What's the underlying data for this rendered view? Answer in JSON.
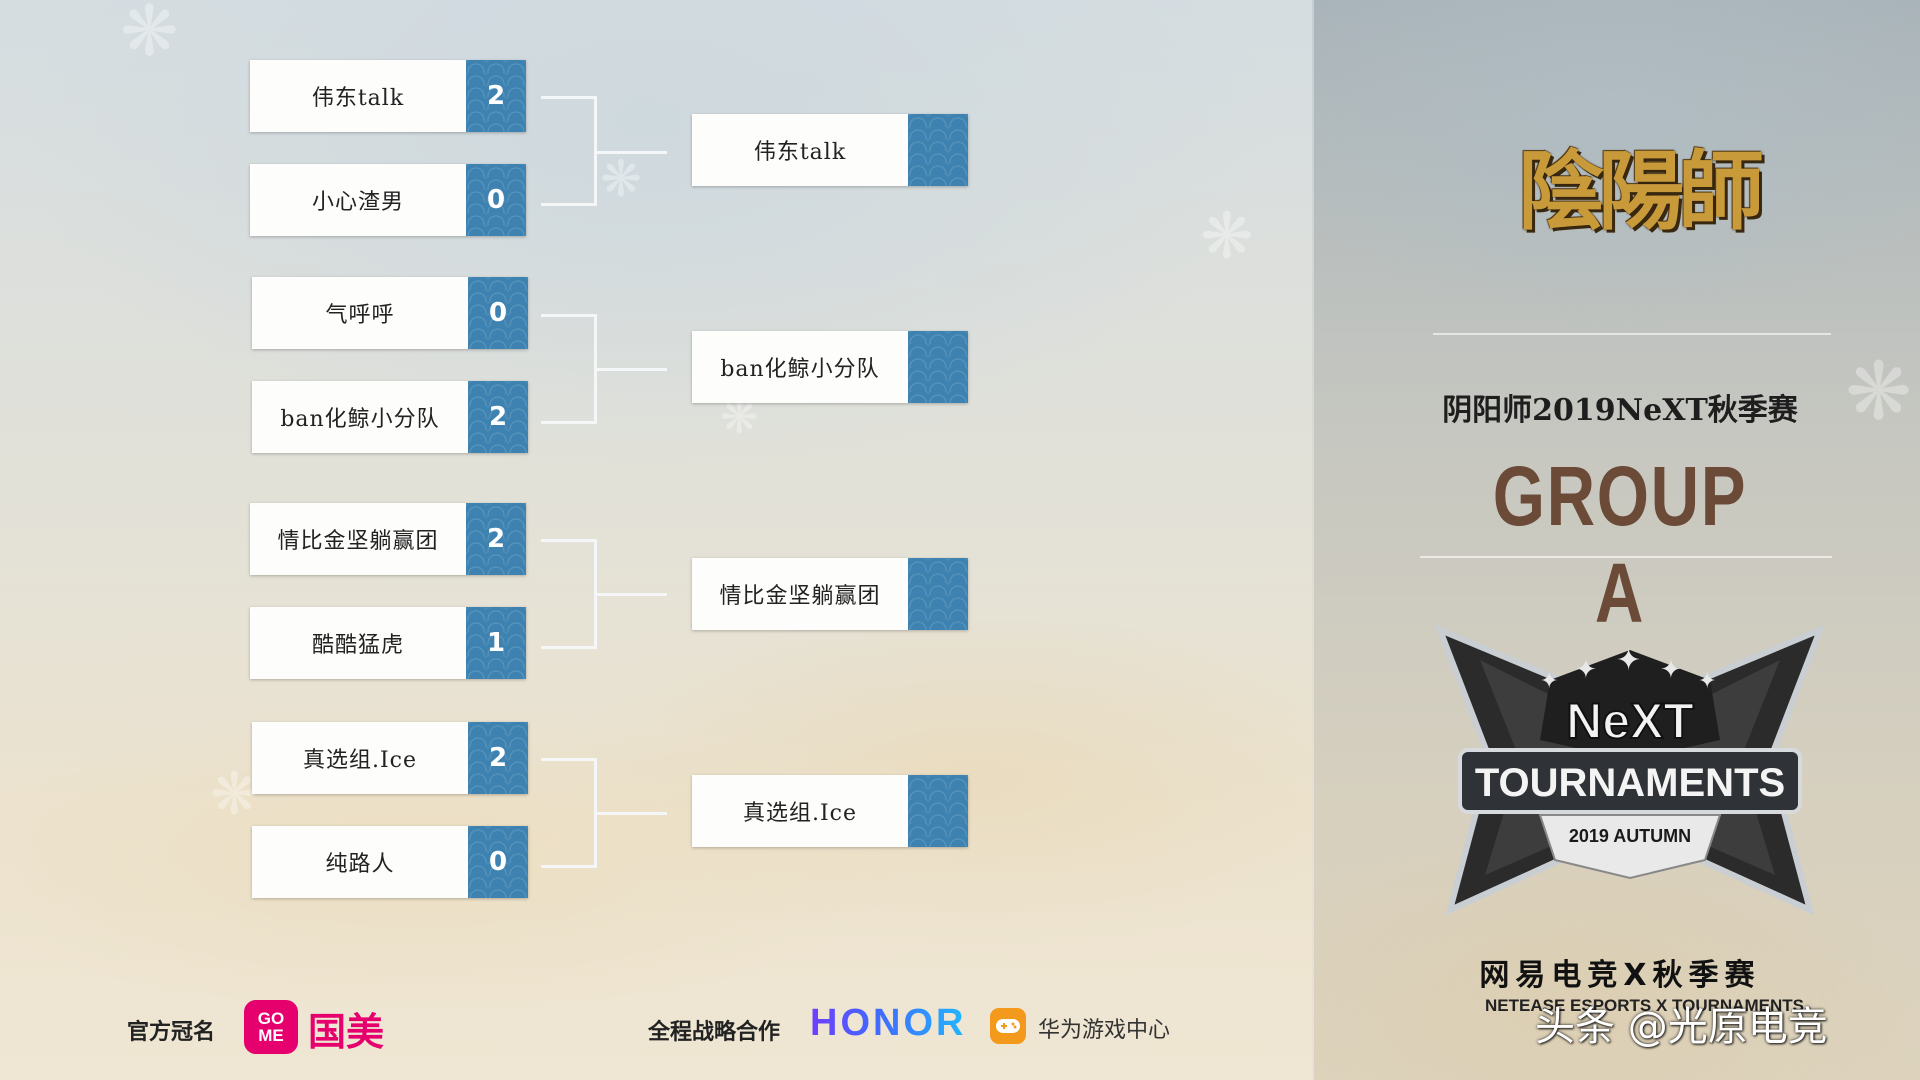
{
  "bracket": {
    "round1": [
      {
        "team": "伟东talk",
        "score": "2"
      },
      {
        "team": "小心渣男",
        "score": "0"
      },
      {
        "team": "气呼呼",
        "score": "0"
      },
      {
        "team": "ban化鲸小分队",
        "score": "2"
      },
      {
        "team": "情比金坚躺赢团",
        "score": "2"
      },
      {
        "team": "酷酷猛虎",
        "score": "1"
      },
      {
        "team": "真选组.Ice",
        "score": "2"
      },
      {
        "team": "纯路人",
        "score": "0"
      }
    ],
    "round2": [
      {
        "team": "伟东talk"
      },
      {
        "team": "ban化鲸小分队"
      },
      {
        "team": "情比金坚躺赢团"
      },
      {
        "team": "真选组.Ice"
      }
    ]
  },
  "side_panel": {
    "game_logo_text": "陰陽師",
    "season_title": "阴阳师2019NeXT秋季赛",
    "group_title": "GROUP A",
    "next_logo": {
      "line1": "NeXT",
      "line2": "TOURNAMENTS",
      "line3": "2019 AUTUMN"
    },
    "next_subtitle": "网易电竞X秋季赛",
    "next_english": "NETEASE ESPORTS X TOURNAMENTS",
    "watermark": "头条 @光原电竞"
  },
  "sponsors": {
    "title_sponsor_label": "官方冠名",
    "gome_icon_line1": "GO",
    "gome_icon_line2": "ME",
    "gome_text": "国美",
    "partner_label": "全程战略合作",
    "honor_text": "HONOR",
    "huawei_text": "华为游戏中心"
  },
  "colors": {
    "score_blue": "#3d82b0",
    "group_brown": "#6b4a38",
    "gome_pink": "#e6006e",
    "huawei_orange": "#f39a1c"
  }
}
